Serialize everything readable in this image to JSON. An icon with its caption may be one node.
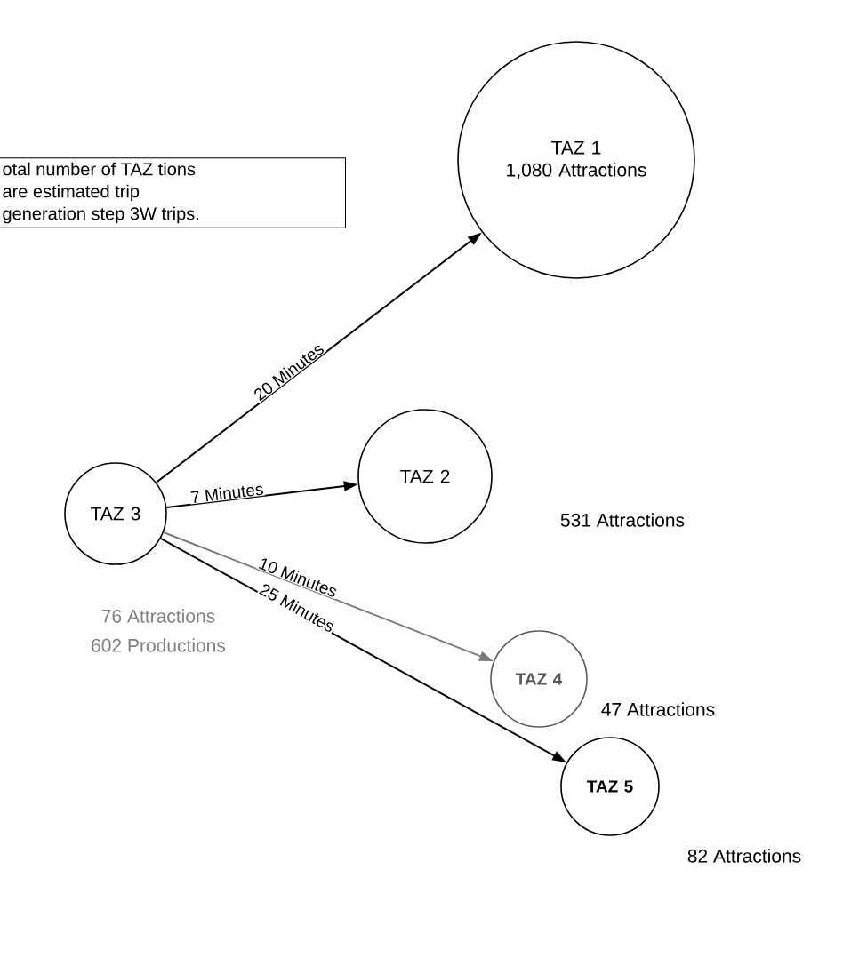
{
  "diagram": {
    "nodes": [
      {
        "text": [
          "otal number of TAZ tions are estimated trip generation step 3W trips."
        ]
      },
      {
        "text": [
          "TAZ 1",
          "1,080 Attractions"
        ]
      },
      {
        "text": [
          "TAZ 2"
        ],
        "beside": [
          "531 Attractions"
        ]
      },
      {
        "text": [
          "TAZ 3"
        ],
        "beside": [
          "76 Attractions",
          "602 Productions"
        ]
      },
      {
        "text": [
          "TAZ 4"
        ],
        "beside": [
          "47 Attractions"
        ]
      },
      {
        "text": [
          "TAZ 5"
        ],
        "beside": [
          "82 Attractions"
        ]
      }
    ],
    "edges": [
      {
        "from": 3,
        "to": 1,
        "arrow": "to",
        "label": "20 Minutes"
      },
      {
        "from": 3,
        "to": 2,
        "arrow": "to",
        "label": "7 Minutes"
      },
      {
        "from": 3,
        "to": 4,
        "arrow": "to",
        "label": "10 Minutes",
        "color": "#7a7a7a"
      },
      {
        "from": 3,
        "to": 5,
        "arrow": "to",
        "label": "25 Minutes"
      }
    ]
  }
}
